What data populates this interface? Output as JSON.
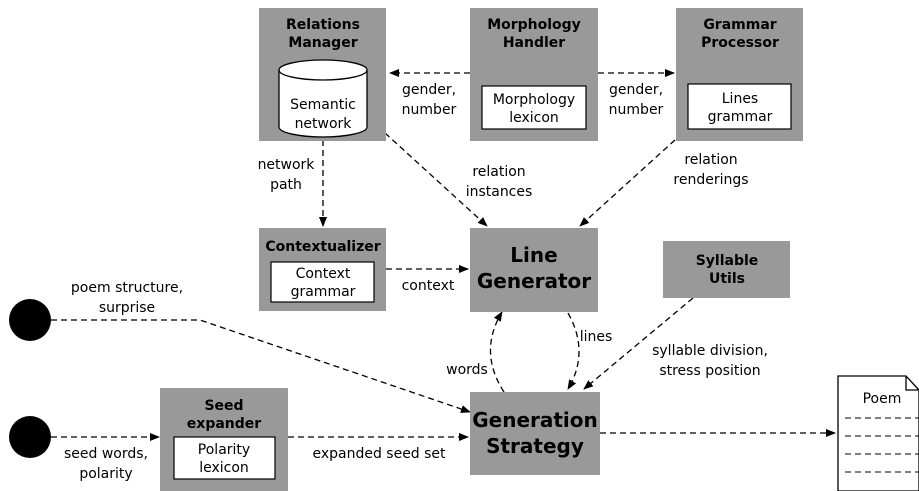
{
  "nodes": {
    "relations_manager": {
      "title_l1": "Relations",
      "title_l2": "Manager",
      "inner_l1": "Semantic",
      "inner_l2": "network"
    },
    "morphology_handler": {
      "title_l1": "Morphology",
      "title_l2": "Handler",
      "inner_l1": "Morphology",
      "inner_l2": "lexicon"
    },
    "grammar_processor": {
      "title_l1": "Grammar",
      "title_l2": "Processor",
      "inner_l1": "Lines",
      "inner_l2": "grammar"
    },
    "contextualizer": {
      "title": "Contextualizer",
      "inner_l1": "Context",
      "inner_l2": "grammar"
    },
    "line_generator": {
      "title_l1": "Line",
      "title_l2": "Generator"
    },
    "syllable_utils": {
      "title_l1": "Syllable",
      "title_l2": "Utils"
    },
    "seed_expander": {
      "title_l1": "Seed",
      "title_l2": "expander",
      "inner_l1": "Polarity",
      "inner_l2": "lexicon"
    },
    "generation_strategy": {
      "title_l1": "Generation",
      "title_l2": "Strategy"
    },
    "poem": {
      "title": "Poem"
    }
  },
  "edges": {
    "gender_number_left": {
      "l1": "gender,",
      "l2": "number"
    },
    "gender_number_right": {
      "l1": "gender,",
      "l2": "number"
    },
    "network_path": {
      "l1": "network",
      "l2": "path"
    },
    "relation_instances": {
      "l1": "relation",
      "l2": "instances"
    },
    "relation_renderings": {
      "l1": "relation",
      "l2": "renderings"
    },
    "context": {
      "l1": "context"
    },
    "poem_structure": {
      "l1": "poem structure,",
      "l2": "surprise"
    },
    "lines": {
      "l1": "lines"
    },
    "words": {
      "l1": "words"
    },
    "syllable_division": {
      "l1": "syllable division,",
      "l2": "stress position"
    },
    "seed_words": {
      "l1": "seed words,",
      "l2": "polarity"
    },
    "expanded_seed_set": {
      "l1": "expanded seed set"
    }
  }
}
